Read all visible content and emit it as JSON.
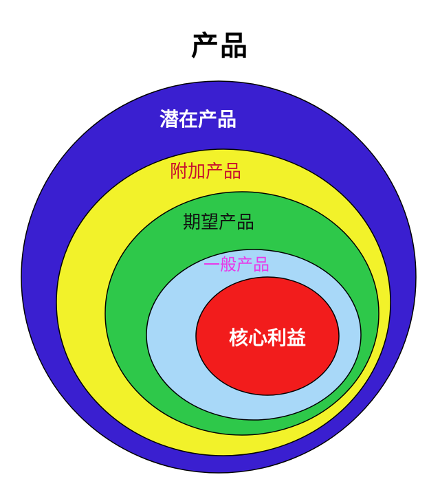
{
  "title": "产品",
  "layers": [
    {
      "key": "potential",
      "label": "潜在产品",
      "fill": "#3a1fd0"
    },
    {
      "key": "augmented",
      "label": "附加产品",
      "fill": "#f2f22a"
    },
    {
      "key": "expected",
      "label": "期望产品",
      "fill": "#2ec84a"
    },
    {
      "key": "basic",
      "label": "一般产品",
      "fill": "#a8d8f8"
    },
    {
      "key": "core",
      "label": "核心利益",
      "fill": "#f21c1c"
    }
  ]
}
